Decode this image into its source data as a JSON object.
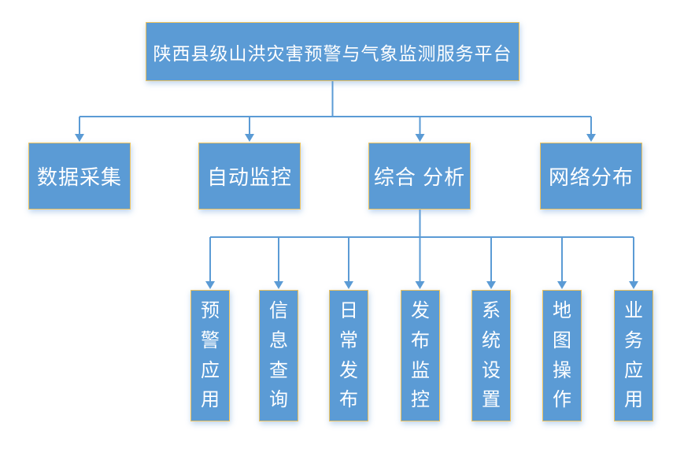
{
  "diagram": {
    "root": {
      "label": "陕西县级山洪灾害预警与气象监测服务平台"
    },
    "level2": [
      {
        "label": "数据采集"
      },
      {
        "label": "自动监控"
      },
      {
        "label": "综合 分析"
      },
      {
        "label": "网络分布"
      }
    ],
    "level3": [
      {
        "label": "预警应用"
      },
      {
        "label": "信息查询"
      },
      {
        "label": "日常发布"
      },
      {
        "label": "发布监控"
      },
      {
        "label": "系统设置"
      },
      {
        "label": "地图操作"
      },
      {
        "label": "业务应用"
      }
    ]
  },
  "colors": {
    "box_fill": "#5B9BD5",
    "box_border": "#EFC35D",
    "connector": "#5B9BD5",
    "text": "#FFFFFF",
    "background": "#FFFFFF"
  }
}
